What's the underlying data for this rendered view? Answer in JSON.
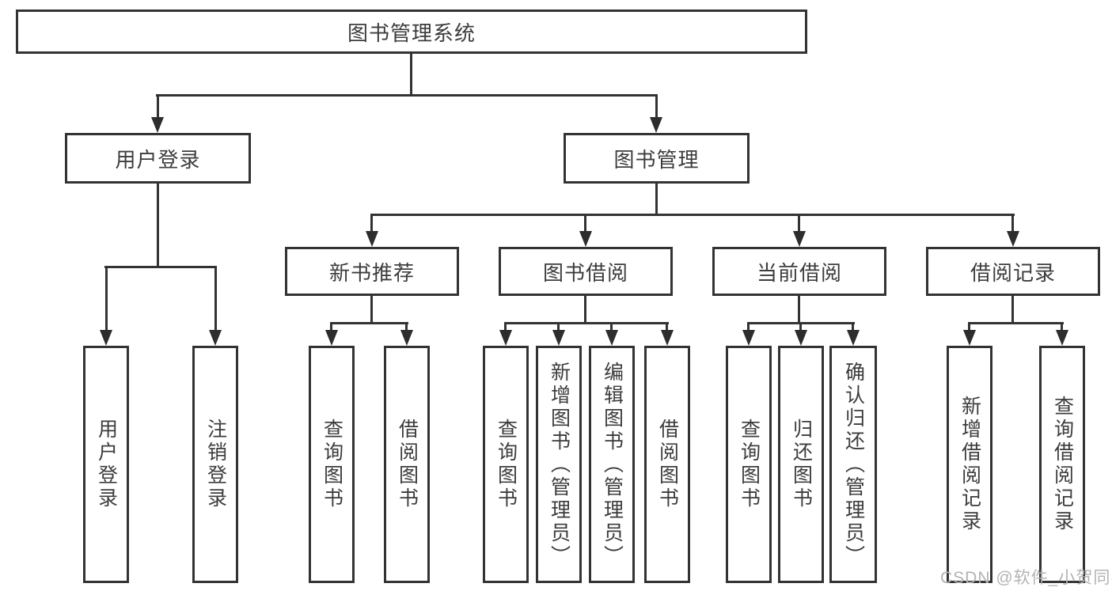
{
  "diagram": {
    "root": "图书管理系统",
    "user_login": {
      "label": "用户登录",
      "children": [
        "用户登录",
        "注销登录"
      ]
    },
    "book_management": {
      "label": "图书管理",
      "children": [
        {
          "label": "新书推荐",
          "children": [
            "查询图书",
            "借阅图书"
          ]
        },
        {
          "label": "图书借阅",
          "children": [
            "查询图书",
            "新增图书（管理员）",
            "编辑图书（管理员）",
            "借阅图书"
          ]
        },
        {
          "label": "当前借阅",
          "children": [
            "查询图书",
            "归还图书",
            "确认归还（管理员）"
          ]
        },
        {
          "label": "借阅记录",
          "children": [
            "新增借阅记录",
            "查询借阅记录"
          ]
        }
      ]
    }
  },
  "watermark": "CSDN @软件_小贺同学",
  "colors": {
    "line": "#333333",
    "text": "#3c3c3c",
    "watermark": "#b3b3b3"
  }
}
